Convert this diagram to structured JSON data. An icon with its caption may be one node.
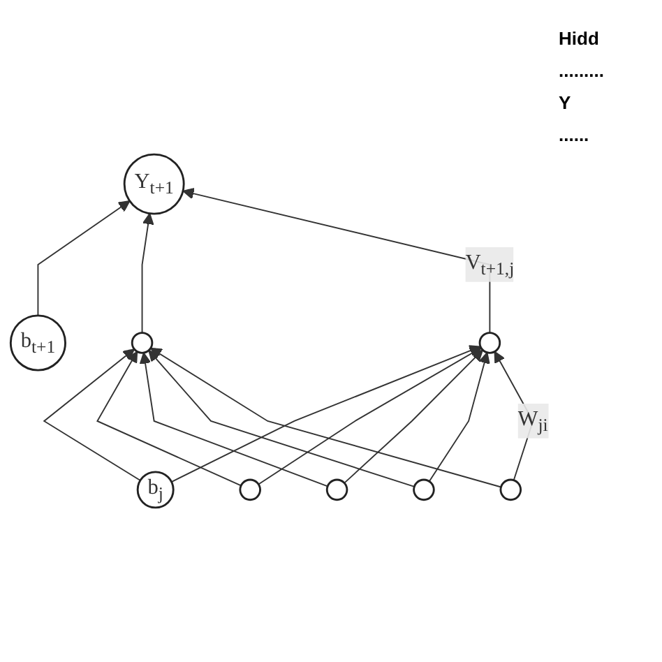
{
  "diagram": {
    "nodes": [
      {
        "text": [
          "Y$_{t+1}$"
        ]
      },
      {
        "text": [
          "b$_{t+1}$"
        ]
      },
      {
        "text": [],
        "shape": "circle"
      },
      {
        "text": [],
        "shape": "circle"
      },
      {
        "text": [
          "b$_{j}$"
        ]
      },
      {
        "text": [],
        "shape": "circle"
      },
      {
        "text": [],
        "shape": "circle"
      },
      {
        "text": [],
        "shape": "circle"
      },
      {
        "text": [],
        "shape": "circle"
      }
    ],
    "edges": [
      {
        "from": 1,
        "to": 0,
        "arrow": "to"
      },
      {
        "from": 2,
        "to": 0,
        "arrow": "to"
      },
      {
        "from": 3,
        "to": 0,
        "arrow": "to",
        "label": "V$_{t+1,j}$"
      },
      {
        "from": 4,
        "to": 2,
        "arrow": "to"
      },
      {
        "from": 4,
        "to": 3,
        "arrow": "to"
      },
      {
        "from": 5,
        "to": 2,
        "arrow": "to"
      },
      {
        "from": 5,
        "to": 3,
        "arrow": "to"
      },
      {
        "from": 6,
        "to": 2,
        "arrow": "to"
      },
      {
        "from": 6,
        "to": 3,
        "arrow": "to"
      },
      {
        "from": 7,
        "to": 2,
        "arrow": "to"
      },
      {
        "from": 7,
        "to": 3,
        "arrow": "to"
      },
      {
        "from": 8,
        "to": 2,
        "arrow": "to"
      },
      {
        "from": 8,
        "to": 3,
        "arrow": "to",
        "label": "W$_{ji}$"
      }
    ],
    "labels": [
      "Hidd",
      ".........",
      "Y",
      "......"
    ]
  }
}
